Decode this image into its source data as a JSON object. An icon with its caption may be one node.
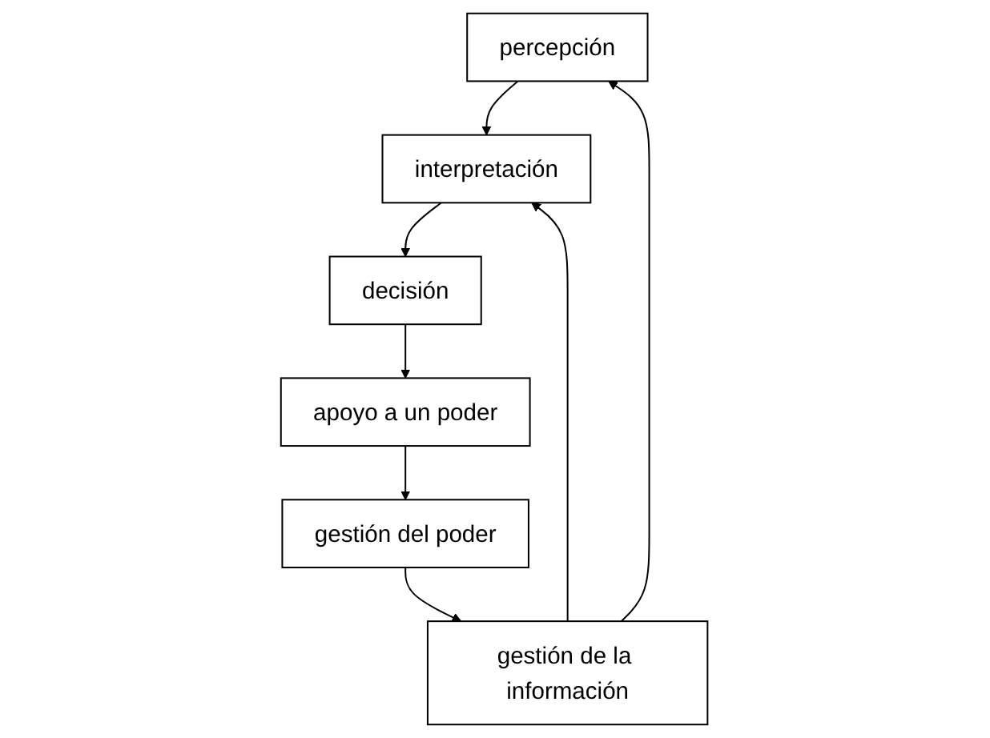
{
  "diagram": {
    "nodes": [
      {
        "text": [
          "percepción"
        ]
      },
      {
        "text": [
          "interpretación"
        ]
      },
      {
        "text": [
          "decisión"
        ]
      },
      {
        "text": [
          "apoyo a un poder"
        ]
      },
      {
        "text": [
          "gestión del poder"
        ]
      },
      {
        "text": [
          "gestión de la información"
        ]
      }
    ],
    "edges": [
      {
        "from": 0,
        "to": 1,
        "arrow": "to"
      },
      {
        "from": 1,
        "to": 2,
        "arrow": "to"
      },
      {
        "from": 2,
        "to": 3,
        "arrow": "to"
      },
      {
        "from": 3,
        "to": 4,
        "arrow": "to"
      },
      {
        "from": 4,
        "to": 5,
        "arrow": "to"
      },
      {
        "from": 5,
        "to": 0,
        "arrow": "to"
      },
      {
        "from": 5,
        "to": 1,
        "arrow": "to"
      }
    ]
  }
}
